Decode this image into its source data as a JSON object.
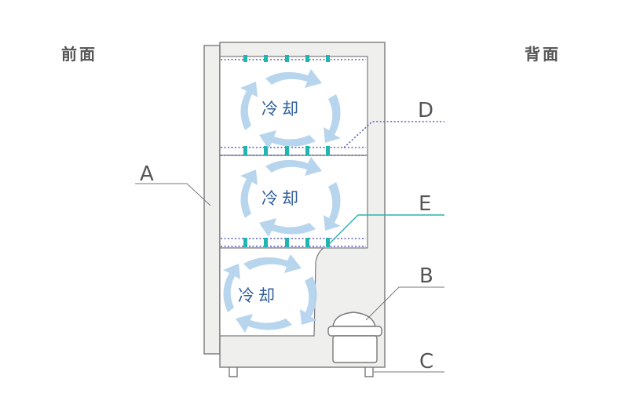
{
  "labels": {
    "front": "前面",
    "back": "背面"
  },
  "callouts": {
    "a": "A",
    "b": "B",
    "c": "C",
    "d": "D",
    "e": "E"
  },
  "zones": [
    {
      "text": "冷却"
    },
    {
      "text": "冷却"
    },
    {
      "text": "冷却"
    }
  ],
  "colors": {
    "cabinet_fill": "#efefed",
    "interior_fill": "#ffffff",
    "airflow_arrow": "#b5d3ee",
    "shelf_dotted_line": "#5a5fb8",
    "nozzle": "#1fb5b0",
    "leader_e": "#2bb3aa",
    "leader_d": "#5a5fb8",
    "text": "#555555",
    "cool_text": "#2f5d9a"
  }
}
